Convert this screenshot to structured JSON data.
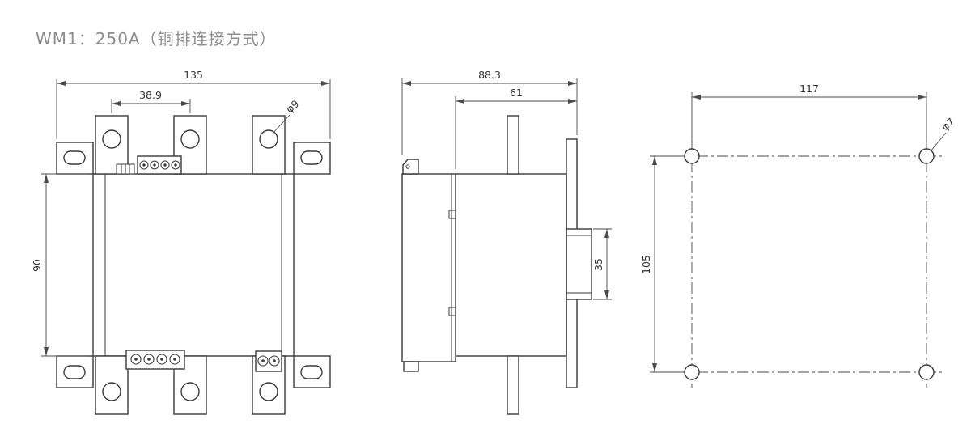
{
  "title": "WM1：250A（铜排连接方式）",
  "views": {
    "front": {
      "dims": {
        "overall_width": "135",
        "terminal_pitch": "38.9",
        "terminal_hole_dia": "φ9",
        "body_height": "90"
      }
    },
    "side": {
      "dims": {
        "overall_depth": "88.3",
        "body_depth": "61",
        "clip_height": "35"
      }
    },
    "mounting": {
      "dims": {
        "hole_pitch_horizontal": "117",
        "hole_pitch_vertical": "105",
        "mounting_hole_dia": "φ7"
      }
    }
  },
  "colors": {
    "background": "#ffffff",
    "outline": "#3a3a3a",
    "dimension": "#4a4a4a",
    "title_text": "#8e8e8e"
  }
}
